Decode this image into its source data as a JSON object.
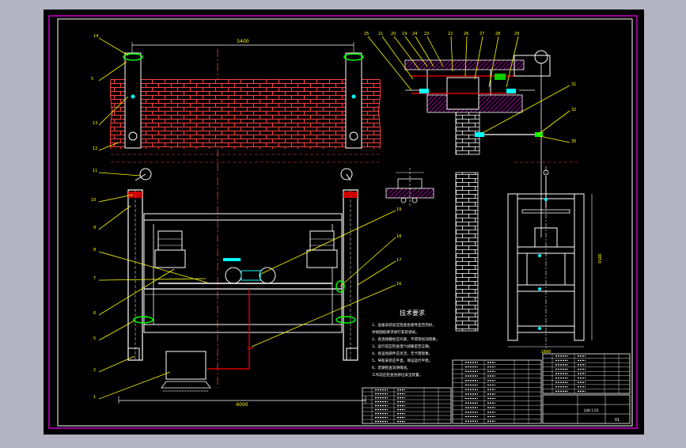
{
  "viewer": {
    "background_color": "#b3b3c2",
    "sheet_color": "#000000",
    "border_color": "#ff00ff",
    "line_colors": {
      "wall": "#ff4040",
      "frame": "#ffffff",
      "leader": "#ffff00",
      "bolt": "#00ff00",
      "part": "#00ffff",
      "hatch": "#ff00ff",
      "cable": "#ff0000"
    }
  },
  "drawing": {
    "tech_title": "技术要求",
    "tech_notes": [
      "1、设备安装前应检查各部件是否完好，",
      "   并按图纸要求进行安装调试。",
      "2、各连接螺栓应拧紧，不得有松动现象。",
      "3、运行前应检查电气线路是否正确。",
      "4、各运动部件应灵活，无卡阻现象。",
      "5、导轨安装应平直，保证运行平稳。",
      "6、定期检查润滑情况。",
      "工作前应检查各部位安全装置。"
    ],
    "dim_top": "5400",
    "dim_bottom": "6000",
    "dim_side_w": "1800",
    "dim_side_h": "3850",
    "sheet_no": "01",
    "scale_label": "比例 1:20"
  },
  "icons": {
    "motor": "motor-icon",
    "pulley": "pulley-icon",
    "control_cabinet": "control-cabinet-icon"
  }
}
